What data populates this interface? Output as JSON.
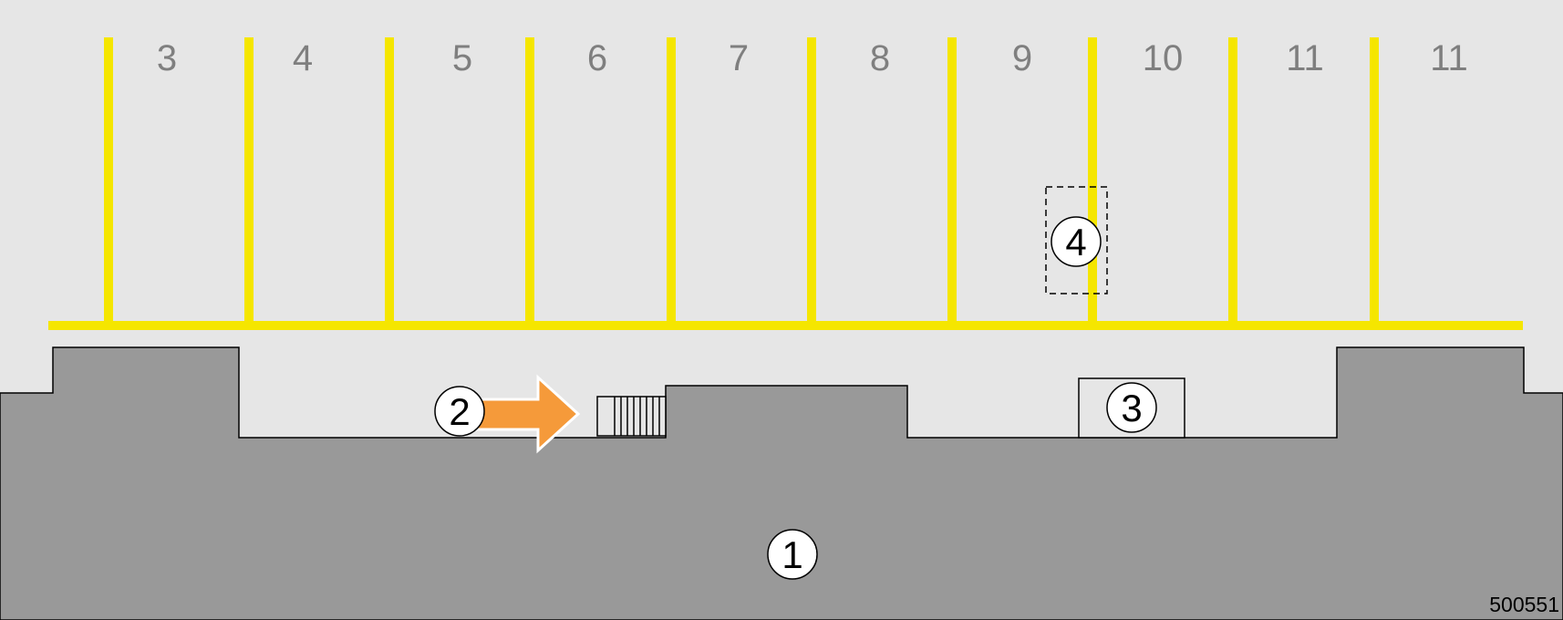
{
  "colors": {
    "background": "#e6e6e6",
    "building": "#999999",
    "parking_line": "#f5e600",
    "space_number": "#7f7f7f",
    "arrow": "#f59a3a",
    "outline": "#000000",
    "callout_fill": "#ffffff"
  },
  "parking_space_numbers": [
    "3",
    "4",
    "5",
    "6",
    "7",
    "8",
    "9",
    "10",
    "11",
    "11"
  ],
  "callouts": {
    "building": "1",
    "entrance_arrow": "2",
    "door_box": "3",
    "target_area": "4"
  },
  "figure_id": "500551"
}
